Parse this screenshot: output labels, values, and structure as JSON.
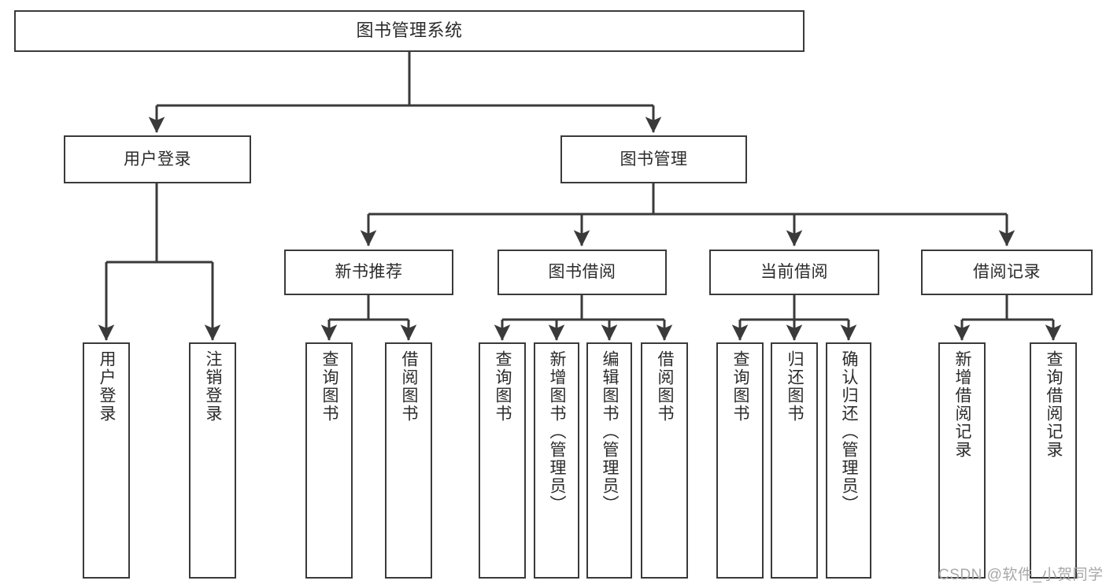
{
  "diagram": {
    "title": "图书管理系统",
    "type": "tree",
    "style": {
      "box_border_color": "#3a3a3a",
      "box_fill_color": "#ffffff",
      "edge_color": "#3a3a3a",
      "background_color": "#ffffff",
      "text_color": "#2b2b2b"
    },
    "levels": [
      {
        "level": 0,
        "nodes": [
          {
            "id": "root",
            "label": "图书管理系统",
            "orientation": "horizontal"
          }
        ]
      },
      {
        "level": 1,
        "nodes": [
          {
            "id": "user-login",
            "label": "用户登录",
            "orientation": "horizontal",
            "parent": "root"
          },
          {
            "id": "book-manage",
            "label": "图书管理",
            "orientation": "horizontal",
            "parent": "root"
          }
        ]
      },
      {
        "level": 2,
        "nodes": [
          {
            "id": "new-book-recommend",
            "label": "新书推荐",
            "orientation": "horizontal",
            "parent": "book-manage"
          },
          {
            "id": "book-borrow",
            "label": "图书借阅",
            "orientation": "horizontal",
            "parent": "book-manage"
          },
          {
            "id": "current-borrow",
            "label": "当前借阅",
            "orientation": "horizontal",
            "parent": "book-manage"
          },
          {
            "id": "borrow-record",
            "label": "借阅记录",
            "orientation": "horizontal",
            "parent": "book-manage"
          }
        ]
      },
      {
        "level": 3,
        "nodes": [
          {
            "id": "leaf-user-login",
            "label": "用户登录",
            "orientation": "vertical",
            "parent": "user-login"
          },
          {
            "id": "leaf-logout",
            "label": "注销登录",
            "orientation": "vertical",
            "parent": "user-login"
          },
          {
            "id": "leaf-query-book-1",
            "label": "查询图书",
            "orientation": "vertical",
            "parent": "new-book-recommend"
          },
          {
            "id": "leaf-borrow-book-1",
            "label": "借阅图书",
            "orientation": "vertical",
            "parent": "new-book-recommend"
          },
          {
            "id": "leaf-query-book-2",
            "label": "查询图书",
            "orientation": "vertical",
            "parent": "book-borrow"
          },
          {
            "id": "leaf-add-book",
            "label": "新增图书（管理员）",
            "orientation": "vertical",
            "parent": "book-borrow"
          },
          {
            "id": "leaf-edit-book",
            "label": "编辑图书（管理员）",
            "orientation": "vertical",
            "parent": "book-borrow"
          },
          {
            "id": "leaf-borrow-book-2",
            "label": "借阅图书",
            "orientation": "vertical",
            "parent": "book-borrow"
          },
          {
            "id": "leaf-query-book-3",
            "label": "查询图书",
            "orientation": "vertical",
            "parent": "current-borrow"
          },
          {
            "id": "leaf-return-book",
            "label": "归还图书",
            "orientation": "vertical",
            "parent": "current-borrow"
          },
          {
            "id": "leaf-confirm-return",
            "label": "确认归还（管理员）",
            "orientation": "vertical",
            "parent": "current-borrow"
          },
          {
            "id": "leaf-add-record",
            "label": "新增借阅记录",
            "orientation": "vertical",
            "parent": "borrow-record"
          },
          {
            "id": "leaf-query-record",
            "label": "查询借阅记录",
            "orientation": "vertical",
            "parent": "borrow-record"
          }
        ]
      }
    ]
  },
  "watermark": {
    "text": "CSDN @软件_小贺同学"
  }
}
